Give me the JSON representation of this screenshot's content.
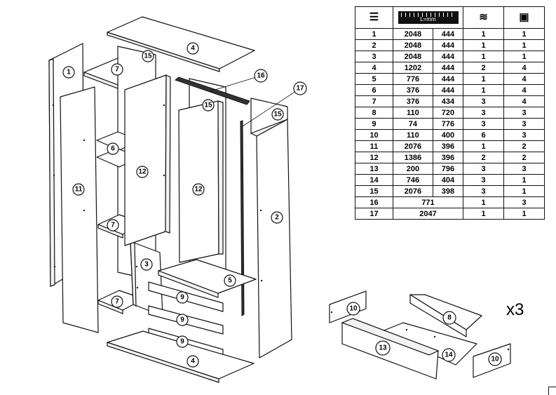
{
  "table": {
    "header": {
      "id_icon": "numbered-list-icon",
      "dim_label": "L=mm",
      "qty_icon": "stack-layers-icon",
      "pack_icon": "package-box-icon"
    },
    "rows": [
      {
        "id": "1",
        "a": "2048",
        "b": "444",
        "q": "1",
        "p": "1"
      },
      {
        "id": "2",
        "a": "2048",
        "b": "444",
        "q": "1",
        "p": "1"
      },
      {
        "id": "3",
        "a": "2048",
        "b": "444",
        "q": "1",
        "p": "1"
      },
      {
        "id": "4",
        "a": "1202",
        "b": "444",
        "q": "2",
        "p": "4"
      },
      {
        "id": "5",
        "a": "776",
        "b": "444",
        "q": "1",
        "p": "4"
      },
      {
        "id": "6",
        "a": "376",
        "b": "444",
        "q": "1",
        "p": "4"
      },
      {
        "id": "7",
        "a": "376",
        "b": "434",
        "q": "3",
        "p": "4"
      },
      {
        "id": "8",
        "a": "110",
        "b": "720",
        "q": "3",
        "p": "3"
      },
      {
        "id": "9",
        "a": "74",
        "b": "776",
        "q": "3",
        "p": "3"
      },
      {
        "id": "10",
        "a": "110",
        "b": "400",
        "q": "6",
        "p": "3"
      },
      {
        "id": "11",
        "a": "2076",
        "b": "396",
        "q": "1",
        "p": "2"
      },
      {
        "id": "12",
        "a": "1386",
        "b": "396",
        "q": "2",
        "p": "2"
      },
      {
        "id": "13",
        "a": "200",
        "b": "796",
        "q": "3",
        "p": "3"
      },
      {
        "id": "14",
        "a": "746",
        "b": "404",
        "q": "3",
        "p": "1"
      },
      {
        "id": "15",
        "a": "2076",
        "b": "398",
        "q": "3",
        "p": "1"
      },
      {
        "id": "16",
        "length": "771",
        "q": "1",
        "p": "3"
      },
      {
        "id": "17",
        "length": "2047",
        "q": "1",
        "p": "1"
      }
    ]
  },
  "drawer_multiplier": "x3",
  "callouts": {
    "c1": "1",
    "c2": "2",
    "c3": "3",
    "c4": "4",
    "c5": "5",
    "c6": "6",
    "c7": "7",
    "c8": "8",
    "c9": "9",
    "c10": "10",
    "c11": "11",
    "c12": "12",
    "c13": "13",
    "c14": "14",
    "c15": "15",
    "c16": "16",
    "c17": "17"
  }
}
